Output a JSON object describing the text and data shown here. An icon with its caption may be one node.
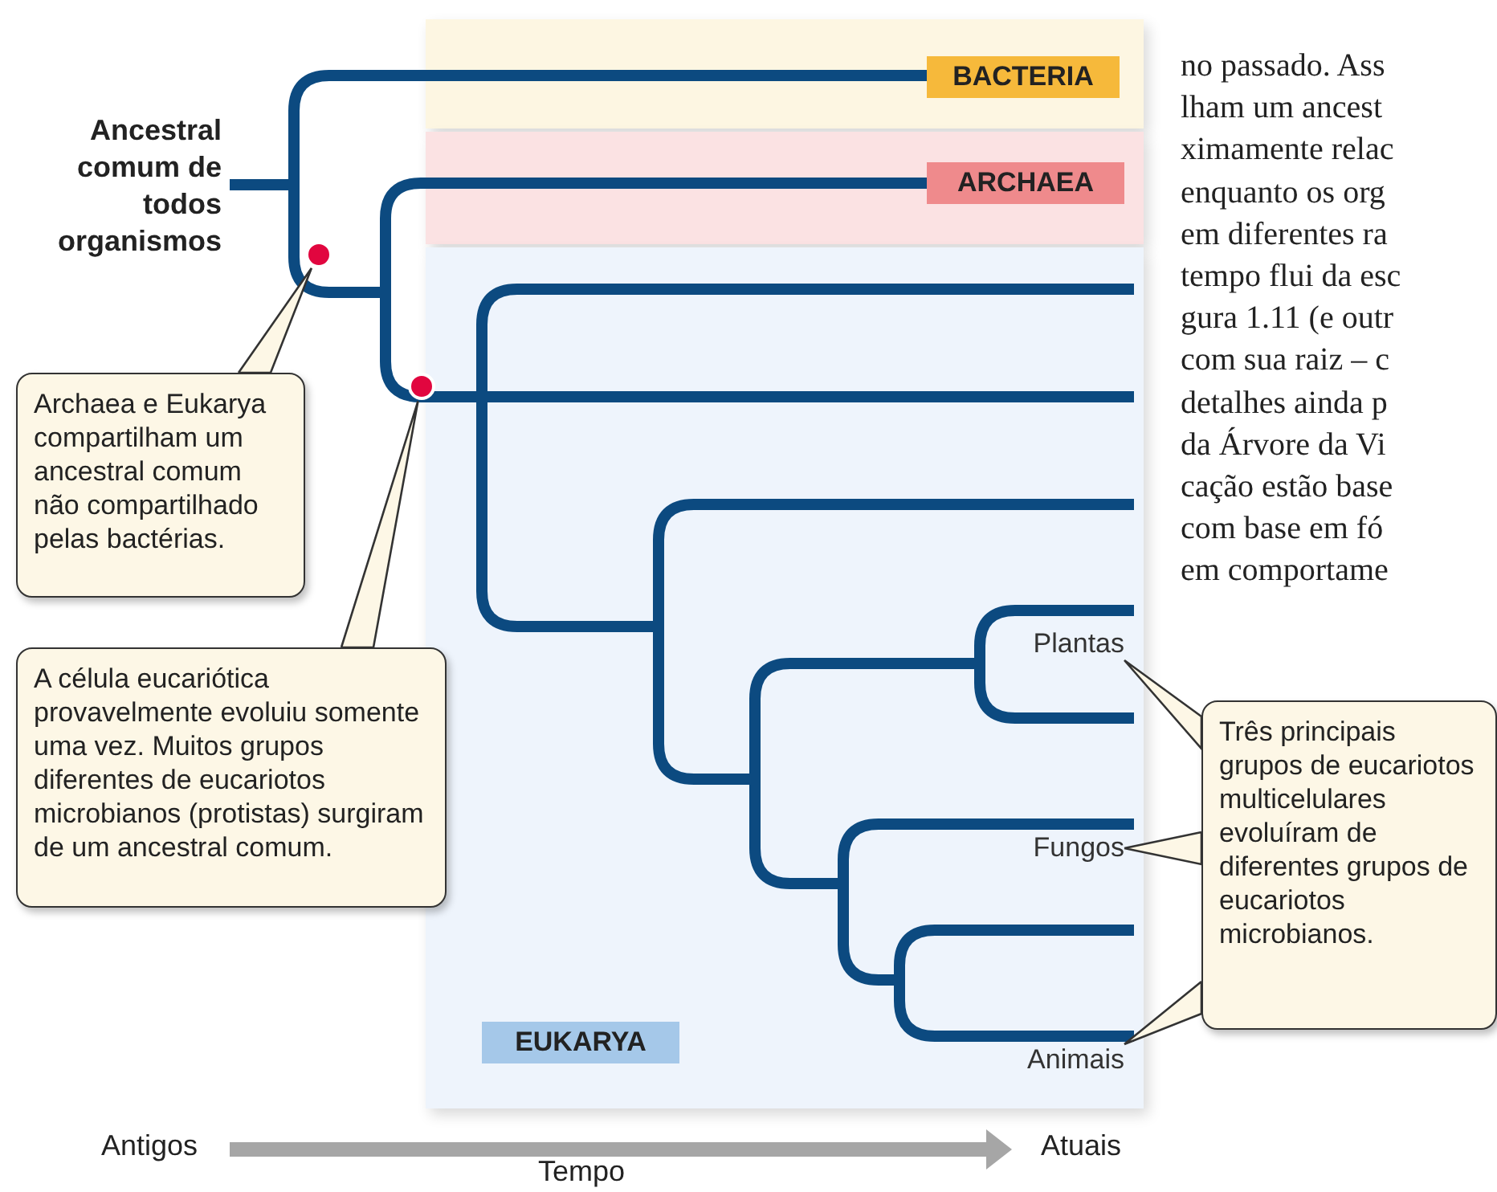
{
  "diagram": {
    "nodes": [
      {
        "text": [
          "BACTERIA"
        ]
      },
      {
        "text": [
          "ARCHAEA"
        ]
      },
      {
        "text": [
          "EUKARYA"
        ]
      },
      {
        "text": [
          "Ancestral comum de todos organismos"
        ]
      },
      {
        "text": [],
        "shape": "circle"
      },
      {
        "text": [],
        "shape": "circle"
      },
      {
        "text": [
          "Archaea e Eukarya compartilham um ancestral comum não compartilhado pelas bactérias."
        ]
      },
      {
        "text": [
          "A célula eucariótica provavelmente evoluiu somente uma vez. Muitos grupos diferentes de eucariotos microbianos (protistas) surgiram de um ancestral comum."
        ]
      },
      {
        "text": [
          "Plantas"
        ],
        "in": 2
      },
      {
        "text": [
          "Fungos"
        ],
        "in": 2
      },
      {
        "text": [
          "Animais"
        ],
        "in": 2
      },
      {
        "text": [
          "Três principais grupos de eucariotos multicelulares evoluíram de diferentes grupos de eucariotos microbianos."
        ]
      }
    ],
    "edges": [
      {
        "from": 6,
        "to": 4,
        "arrow": "none"
      },
      {
        "from": 7,
        "to": 5,
        "arrow": "none"
      },
      {
        "from": 11,
        "to": 8,
        "arrow": "none"
      },
      {
        "from": 11,
        "to": 9,
        "arrow": "none"
      },
      {
        "from": 11,
        "to": 10,
        "arrow": "none"
      }
    ],
    "labels": [
      "Antigos",
      "Atuais",
      "Tempo",
      "no passado. Ass",
      "lham um ancest",
      "ximamente relac",
      "enquanto os org",
      "em diferentes ra",
      "tempo flui da esc",
      "gura 1.11 (e outr",
      "com sua raiz – c",
      "detalhes ainda p",
      "da Árvore da Vi",
      "cação estão base",
      "com base em fó",
      "em comportame"
    ]
  }
}
